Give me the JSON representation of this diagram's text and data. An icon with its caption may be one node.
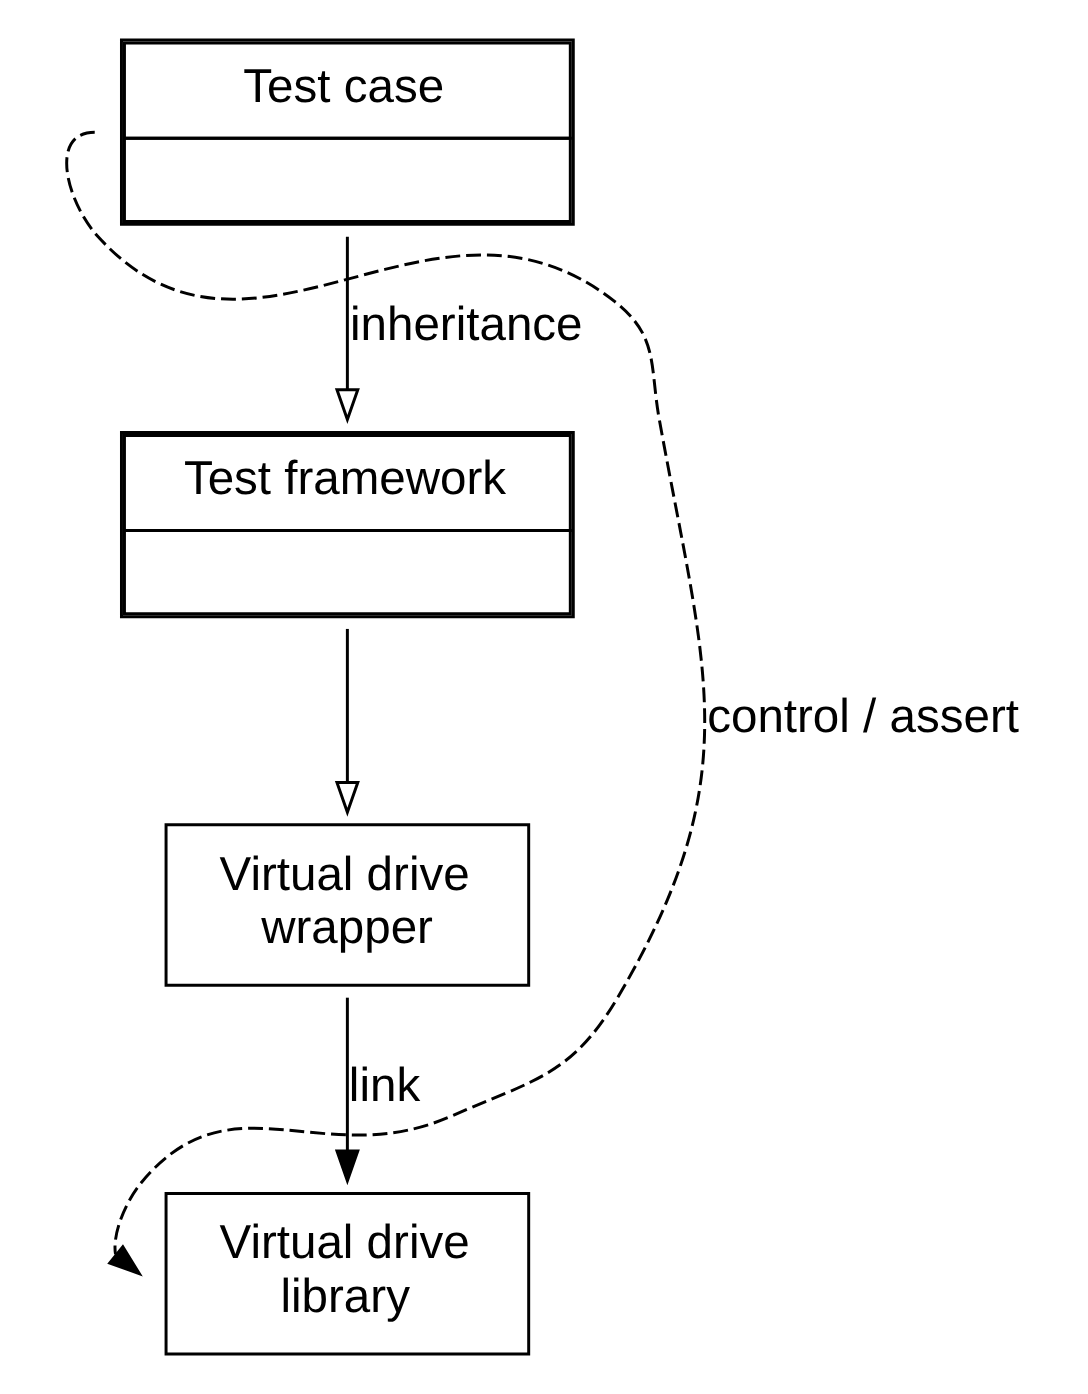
{
  "diagram": {
    "nodes": [
      {
        "text": [
          "Test case"
        ]
      },
      {
        "text": [
          "Test framework"
        ]
      },
      {
        "text": [
          "Virtual drive wrapper"
        ]
      },
      {
        "text": [
          "Virtual drive library"
        ]
      }
    ],
    "edges": [
      {
        "from": 0,
        "to": 1,
        "arrow": "to",
        "label": "inheritance"
      },
      {
        "from": 1,
        "to": 2,
        "arrow": "to"
      },
      {
        "from": 2,
        "to": 3,
        "arrow": "to",
        "label": "link"
      },
      {
        "from": 0,
        "to": 3,
        "arrow": "to",
        "label": "control / assert",
        "style": "dashed"
      }
    ]
  }
}
